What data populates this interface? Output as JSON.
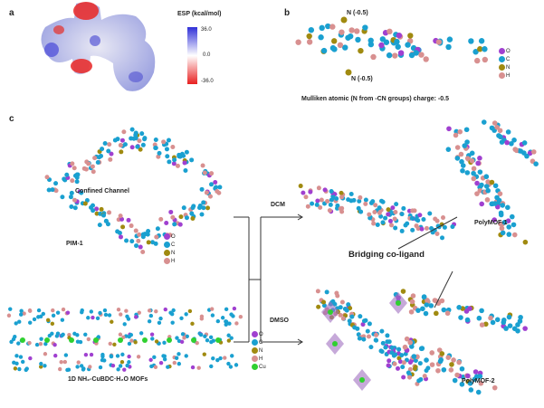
{
  "panels": {
    "a": "a",
    "b": "b",
    "c": "c"
  },
  "panel_a": {
    "colorbar_title": "ESP (kcal/mol)",
    "ticks": [
      "36.0",
      "0.0",
      "-36.0"
    ],
    "colors": {
      "max": "#3030d8",
      "mid": "#ffffff",
      "min": "#e82020"
    }
  },
  "panel_b": {
    "n_label_top": "N (-0.5)",
    "n_label_bottom": "N (-0.5)",
    "caption": "Mulliken atomic (N from -CN groups) charge: -0.5",
    "legend": [
      "O",
      "C",
      "N",
      "H"
    ]
  },
  "panel_c": {
    "confined_channel": "Confined Channel",
    "pim1": "PIM-1",
    "pim_legend": [
      "O",
      "C",
      "N",
      "H"
    ],
    "mof_label": "1D NH₂-CuBDC·H₂O MOFs",
    "mof_legend": [
      "O",
      "C",
      "N",
      "H",
      "Cu"
    ],
    "dcm": "DCM",
    "dmso": "DMSO",
    "polymof1": "PolyMOF-1",
    "polymof2": "PolyMOF-2",
    "bridging": "Bridging co-ligand"
  },
  "atom_colors": {
    "O": "#a040d0",
    "C": "#1aa0d0",
    "N": "#a08a10",
    "H": "#d89090",
    "Cu": "#30d030"
  }
}
